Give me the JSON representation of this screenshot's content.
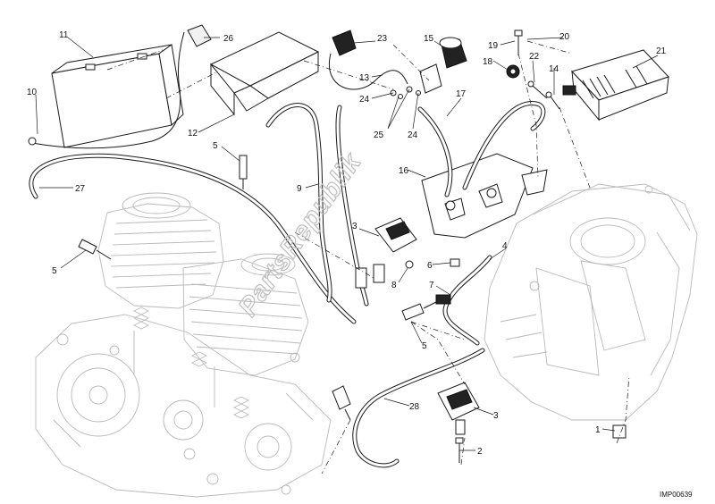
{
  "diagram": {
    "drawing_code": "IMP00639",
    "watermark": "PartsRepublik",
    "callouts": [
      {
        "id": "c11",
        "text": "11",
        "part": "battery"
      },
      {
        "id": "c26",
        "text": "26",
        "part": "terminal cap"
      },
      {
        "id": "c10",
        "text": "10",
        "part": "ground cable end"
      },
      {
        "id": "c12",
        "text": "12",
        "part": "battery holder"
      },
      {
        "id": "c23",
        "text": "23",
        "part": "cable cap"
      },
      {
        "id": "c13",
        "text": "13",
        "part": "cable"
      },
      {
        "id": "c15",
        "text": "15",
        "part": "boot"
      },
      {
        "id": "c24a",
        "text": "24",
        "part": "screw"
      },
      {
        "id": "c25",
        "text": "25",
        "part": "washer"
      },
      {
        "id": "c24b",
        "text": "24",
        "part": "screw"
      },
      {
        "id": "c19",
        "text": "19",
        "part": "screw"
      },
      {
        "id": "c20",
        "text": "20",
        "part": "screw"
      },
      {
        "id": "c18",
        "text": "18",
        "part": "grommet"
      },
      {
        "id": "c22",
        "text": "22",
        "part": "spacer"
      },
      {
        "id": "c14",
        "text": "14",
        "part": "screw"
      },
      {
        "id": "c21",
        "text": "21",
        "part": "control unit"
      },
      {
        "id": "c17",
        "text": "17",
        "part": "cable"
      },
      {
        "id": "c5a",
        "text": "5",
        "part": "spark plug"
      },
      {
        "id": "c9",
        "text": "9",
        "part": "ht lead"
      },
      {
        "id": "c16",
        "text": "16",
        "part": "bracket"
      },
      {
        "id": "c27",
        "text": "27",
        "part": "cable"
      },
      {
        "id": "c3a",
        "text": "3",
        "part": "ignition coil"
      },
      {
        "id": "c5b",
        "text": "5",
        "part": "spark plug"
      },
      {
        "id": "c8",
        "text": "8",
        "part": "screw"
      },
      {
        "id": "c6",
        "text": "6",
        "part": "nut"
      },
      {
        "id": "c4",
        "text": "4",
        "part": "ht lead"
      },
      {
        "id": "c7",
        "text": "7",
        "part": "cap"
      },
      {
        "id": "c5c",
        "text": "5",
        "part": "spark plug"
      },
      {
        "id": "c28",
        "text": "28",
        "part": "cable"
      },
      {
        "id": "c3b",
        "text": "3",
        "part": "ignition coil"
      },
      {
        "id": "c2",
        "text": "2",
        "part": "screw"
      },
      {
        "id": "c1",
        "text": "1",
        "part": "spacer"
      }
    ]
  }
}
